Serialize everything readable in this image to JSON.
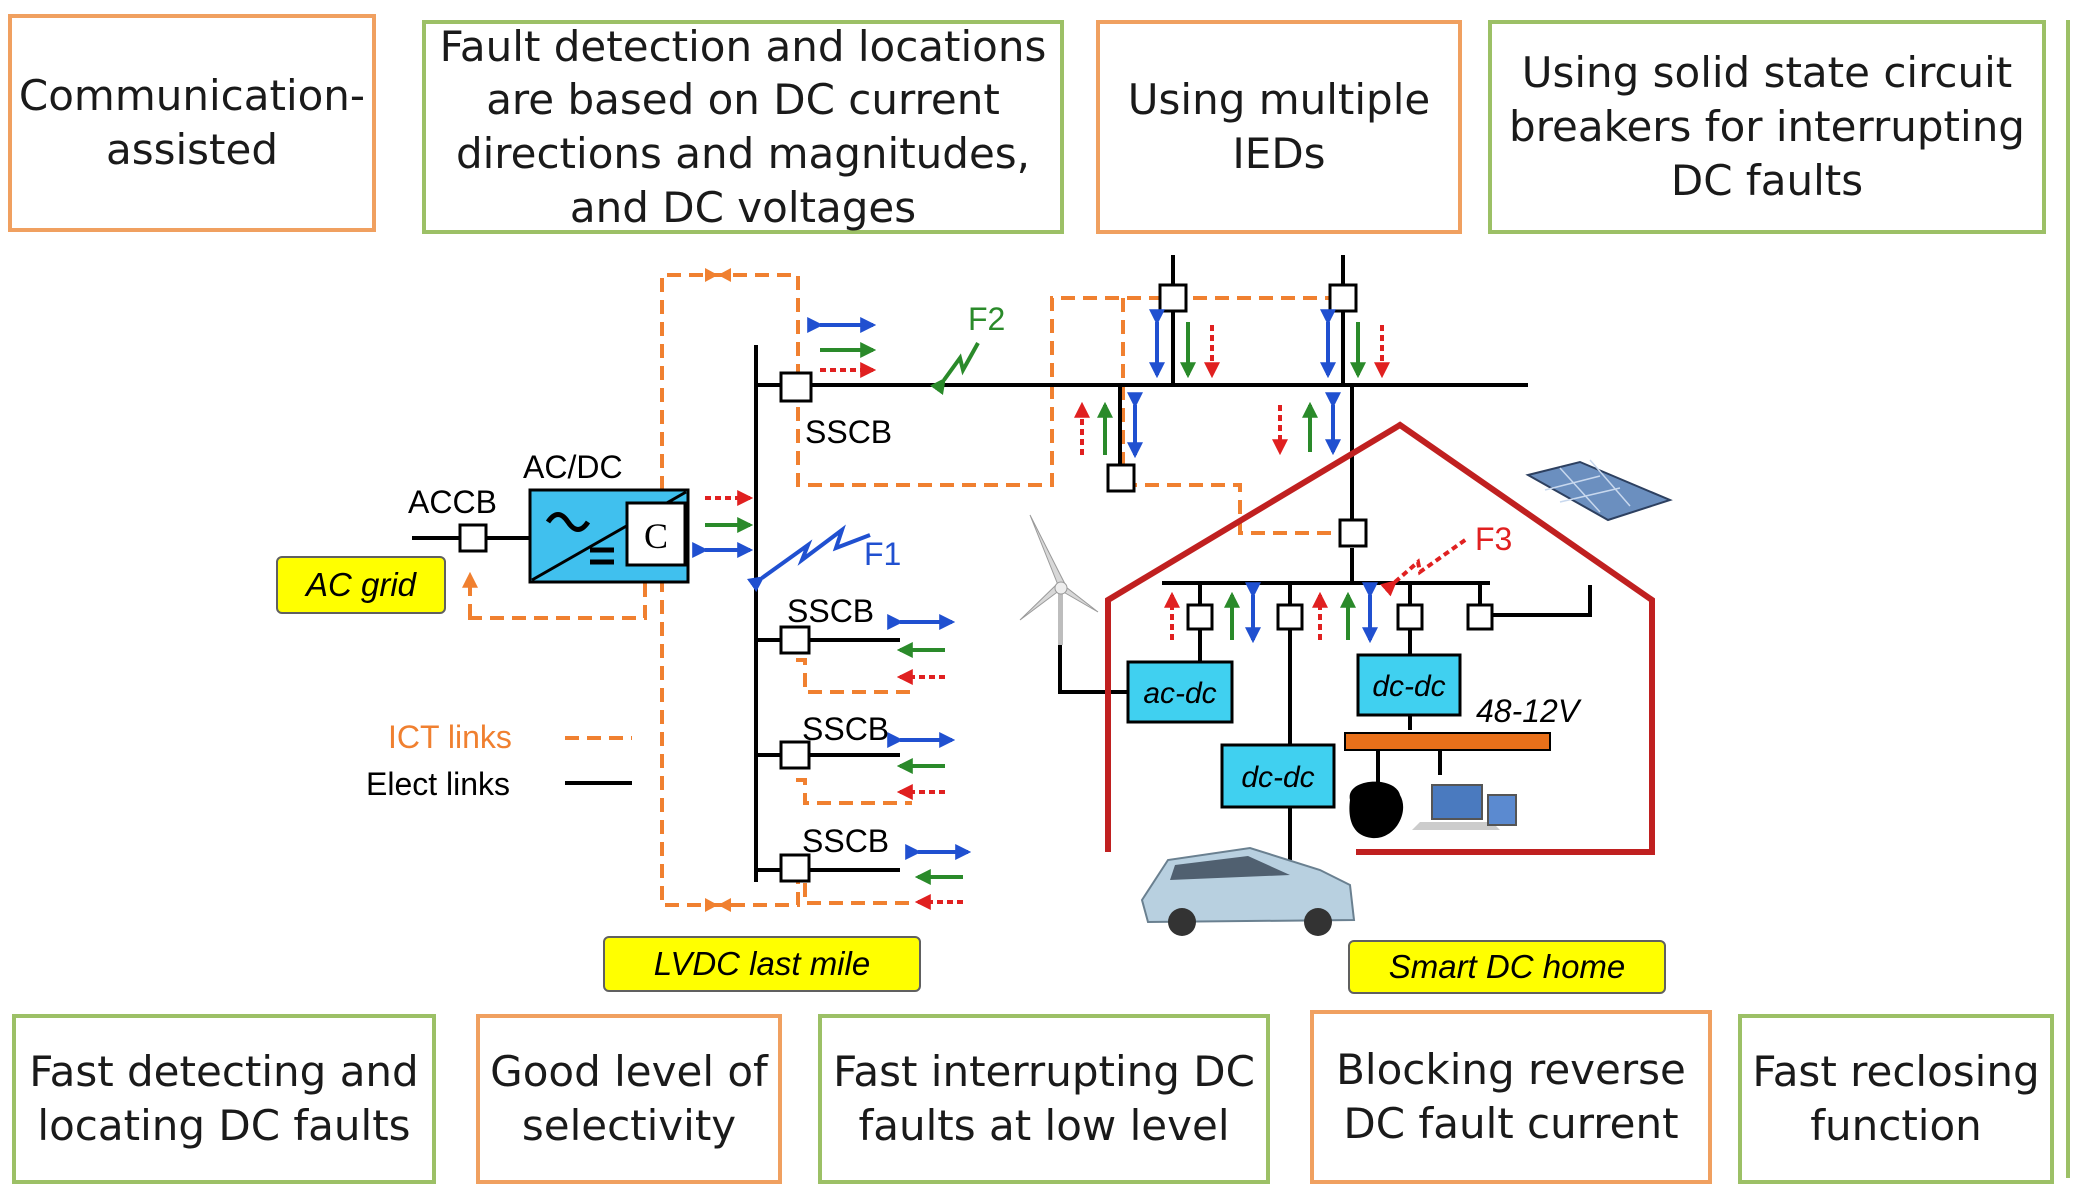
{
  "features_top": [
    {
      "lines": [
        "Communication-",
        "assisted"
      ],
      "border": "orange"
    },
    {
      "lines": [
        "Fault detection and locations",
        "are based on DC current",
        "directions and magnitudes,",
        "and DC voltages"
      ],
      "border": "green"
    },
    {
      "lines": [
        "Using multiple",
        "IEDs"
      ],
      "border": "orange"
    },
    {
      "lines": [
        "Using solid state circuit",
        "breakers for interrupting",
        "DC faults"
      ],
      "border": "green"
    }
  ],
  "features_bottom": [
    {
      "lines": [
        "Fast detecting and",
        "locating DC faults"
      ],
      "border": "green"
    },
    {
      "lines": [
        "Good level of",
        "selectivity"
      ],
      "border": "orange"
    },
    {
      "lines": [
        "Fast interrupting DC",
        "faults at low level"
      ],
      "border": "green"
    },
    {
      "lines": [
        "Blocking reverse",
        "DC fault current"
      ],
      "border": "orange"
    },
    {
      "lines": [
        "Fast reclosing",
        "function"
      ],
      "border": "green"
    }
  ],
  "diagram": {
    "ac_grid": "AC grid",
    "accb": "ACCB",
    "acdc": "AC/DC",
    "controller": "C",
    "sscb": "SSCB",
    "f1": "F1",
    "f2": "F2",
    "f3": "F3",
    "legend_ict": "ICT links",
    "legend_elect": "Elect links",
    "lvdc": "LVDC last mile",
    "home": "Smart DC home",
    "ac_dc_conv": "ac-dc",
    "dc_dc_conv": "dc-dc",
    "dc_dc_conv2": "dc-dc",
    "voltage": "48-12V"
  },
  "colors": {
    "orange_border": "#f0a060",
    "green_border": "#9cc066",
    "ict": "#f08030",
    "blue_arrow": "#2050d0",
    "green_arrow": "#2a8a2a",
    "red_arrow": "#e02020",
    "converter": "#40d0f0",
    "house": "#c02020",
    "tag": "#ffff00"
  },
  "icons": [
    "wind-turbine-icon",
    "solar-panel-icon",
    "electric-car-icon",
    "laptop-icon",
    "appliance-icon"
  ]
}
